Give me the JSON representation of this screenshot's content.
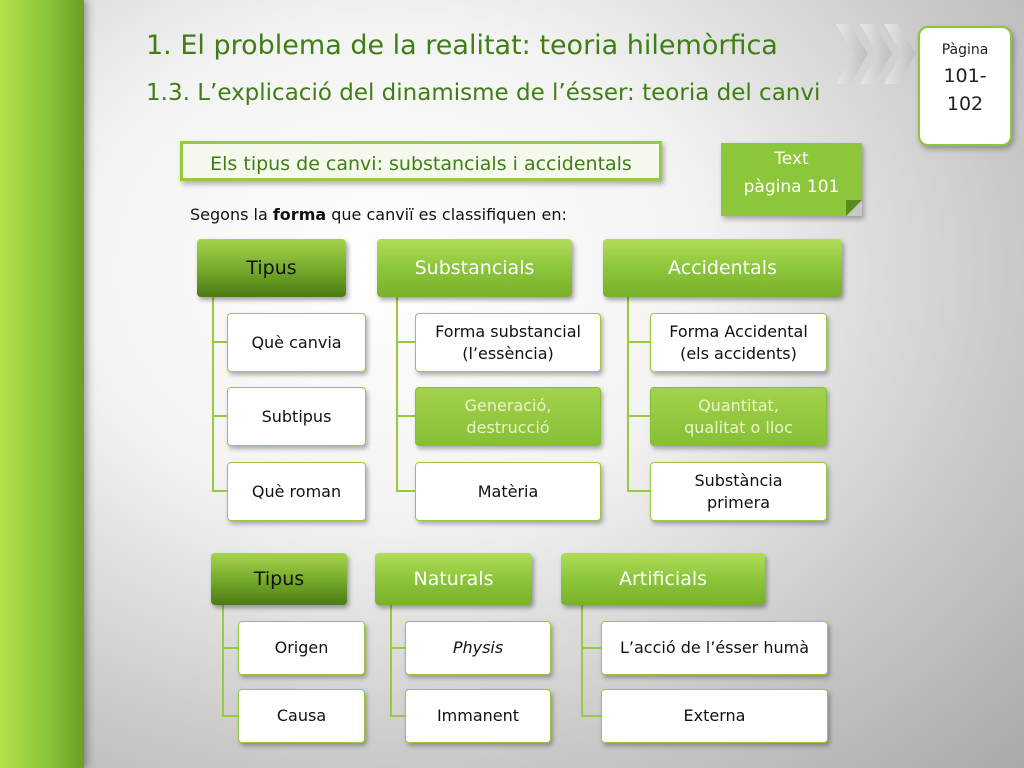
{
  "header": {
    "title": "1. El problema de la realitat: teoria hilemòrfica",
    "subtitle": "1.3. L’explicació del dinamisme de l’ésser: teoria del canvi",
    "page_label": "Pàgina",
    "page_numbers": "101-\n102"
  },
  "section": {
    "label": "Els tipus de canvi: substancials i accidentals",
    "text_note": "Text\npàgina 101",
    "intro_before": "Segons la ",
    "intro_bold": "forma",
    "intro_after": " que canviï es classifiquen en:"
  },
  "diagram1": {
    "col1": {
      "header": "Tipus",
      "items": [
        "Què canvia",
        "Subtipus",
        "Què roman"
      ]
    },
    "col2": {
      "header": "Substancials",
      "items": [
        "Forma  substancial\n(l’essència)",
        "Generació,\ndestrucció",
        "Matèria"
      ]
    },
    "col3": {
      "header": "Accidentals",
      "items": [
        "Forma Accidental\n(els accidents)",
        "Quantitat,\nqualitat o lloc",
        "Substància\nprimera"
      ]
    }
  },
  "diagram2": {
    "col1": {
      "header": "Tipus",
      "items": [
        "Origen",
        "Causa"
      ]
    },
    "col2": {
      "header": "Naturals",
      "items": [
        "Physis",
        "Immanent"
      ]
    },
    "col3": {
      "header": "Artificials",
      "items": [
        "L’acció de l’ésser humà",
        "Externa"
      ]
    }
  },
  "colors": {
    "accent": "#8cc63a",
    "title": "#3f7e14",
    "dark_header": "#5e8f1f"
  }
}
